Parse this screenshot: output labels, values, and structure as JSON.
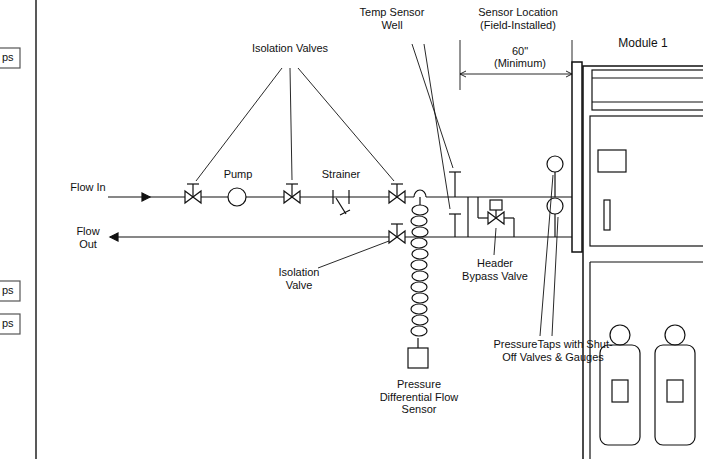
{
  "diagram": {
    "nodes": [
      {
        "text": [
          "Module 1"
        ]
      }
    ],
    "labels": [
      "Isolation Valves",
      "Temp Sensor Well",
      "Sensor Location (Field-Installed)",
      "60\"",
      "(Minimum)",
      "Pump",
      "Strainer",
      "Flow In",
      "Flow Out",
      "Isolation Valve",
      "Header Bypass Valve",
      "PressureTaps with Shut-Off Valves & Gauges",
      "Pressure Differential Flow Sensor",
      "ps",
      "ps",
      "ps"
    ]
  }
}
